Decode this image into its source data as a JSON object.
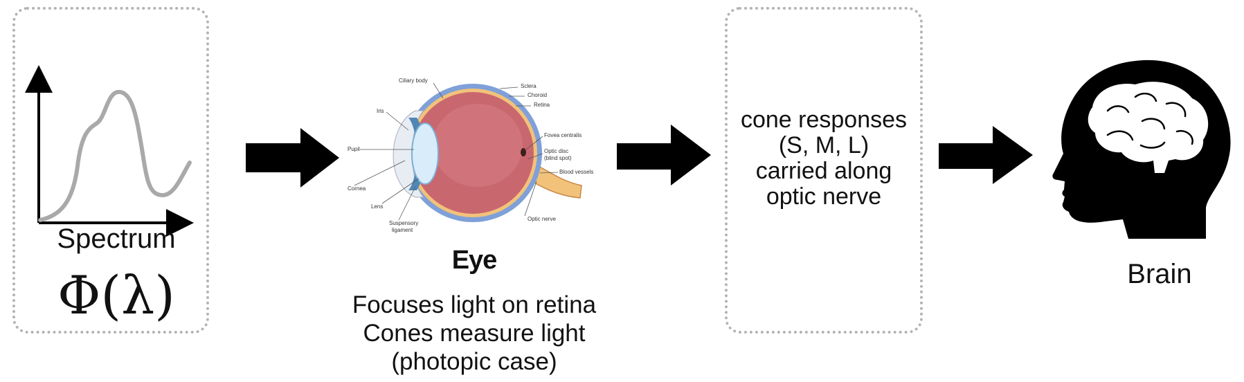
{
  "spectrum_panel": {
    "label": "Spectrum",
    "symbol": "Φ(λ)"
  },
  "eye": {
    "title": "Eye",
    "description_lines": [
      "Focuses light on retina",
      "Cones measure light",
      "(photopic case)"
    ],
    "anatomy_labels": {
      "ciliary_body": "Ciliary body",
      "sclera": "Sclera",
      "choroid": "Choroid",
      "retina": "Retina",
      "iris": "Iris",
      "fovea": "Fovea centralis",
      "pupil": "Pupil",
      "optic_disc_1": "Optic disc",
      "optic_disc_2": "(blind spot)",
      "blood_vessels": "Blood vessels",
      "cornea": "Cornea",
      "lens": "Lens",
      "suspensory_1": "Suspensory",
      "suspensory_2": "ligament",
      "optic_nerve": "Optic nerve"
    }
  },
  "cone_panel": {
    "lines": [
      "cone responses",
      "(S, M, L)",
      "carried along",
      "optic nerve"
    ]
  },
  "brain": {
    "label": "Brain"
  },
  "colors": {
    "arrow": "#000000",
    "curve": "#a9a9a9",
    "panel_border": "#b3b3b3",
    "sclera": "#7fa0d8",
    "eyeball": "#c9676f",
    "iris": "#4f87b5",
    "lens": "#d8ecfa",
    "optic_nerve": "#f2c27a"
  }
}
